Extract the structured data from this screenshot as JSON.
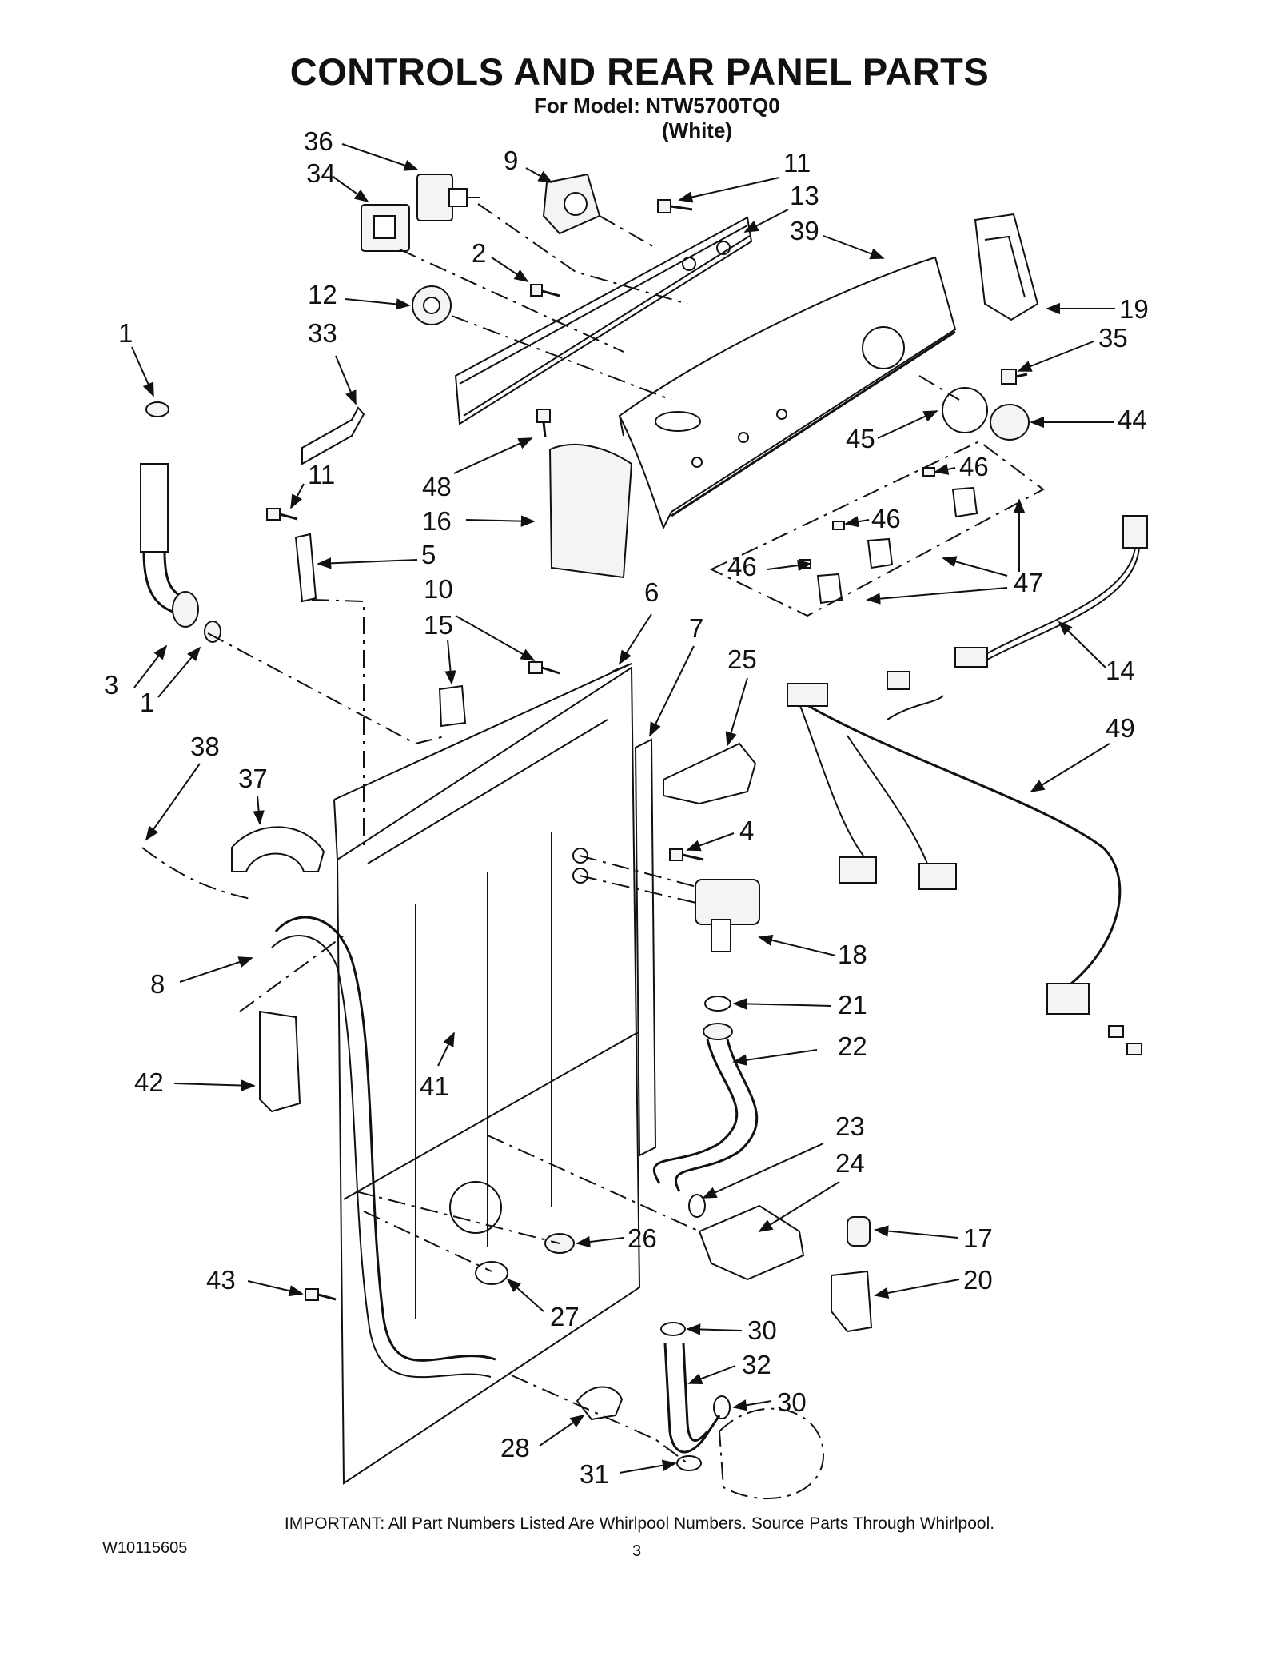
{
  "header": {
    "title": "CONTROLS AND REAR PANEL PARTS",
    "model_line": "For Model: NTW5700TQ0",
    "color_line": "(White)"
  },
  "callouts": [
    {
      "id": "c36",
      "text": "36"
    },
    {
      "id": "c34",
      "text": "34"
    },
    {
      "id": "c9",
      "text": "9"
    },
    {
      "id": "c11a",
      "text": "11"
    },
    {
      "id": "c13",
      "text": "13"
    },
    {
      "id": "c39",
      "text": "39"
    },
    {
      "id": "c2",
      "text": "2"
    },
    {
      "id": "c12",
      "text": "12"
    },
    {
      "id": "c19",
      "text": "19"
    },
    {
      "id": "c1a",
      "text": "1"
    },
    {
      "id": "c33",
      "text": "33"
    },
    {
      "id": "c35",
      "text": "35"
    },
    {
      "id": "c44",
      "text": "44"
    },
    {
      "id": "c45",
      "text": "45"
    },
    {
      "id": "c46a",
      "text": "46"
    },
    {
      "id": "c48",
      "text": "48"
    },
    {
      "id": "c11b",
      "text": "11"
    },
    {
      "id": "c16",
      "text": "16"
    },
    {
      "id": "c46b",
      "text": "46"
    },
    {
      "id": "c5",
      "text": "5"
    },
    {
      "id": "c46c",
      "text": "46"
    },
    {
      "id": "c47",
      "text": "47"
    },
    {
      "id": "c10",
      "text": "10"
    },
    {
      "id": "c6",
      "text": "6"
    },
    {
      "id": "c15",
      "text": "15"
    },
    {
      "id": "c7",
      "text": "7"
    },
    {
      "id": "c25",
      "text": "25"
    },
    {
      "id": "c14",
      "text": "14"
    },
    {
      "id": "c3",
      "text": "3"
    },
    {
      "id": "c1b",
      "text": "1"
    },
    {
      "id": "c49",
      "text": "49"
    },
    {
      "id": "c38",
      "text": "38"
    },
    {
      "id": "c37",
      "text": "37"
    },
    {
      "id": "c4",
      "text": "4"
    },
    {
      "id": "c18",
      "text": "18"
    },
    {
      "id": "c8",
      "text": "8"
    },
    {
      "id": "c21",
      "text": "21"
    },
    {
      "id": "c22",
      "text": "22"
    },
    {
      "id": "c42",
      "text": "42"
    },
    {
      "id": "c41",
      "text": "41"
    },
    {
      "id": "c23",
      "text": "23"
    },
    {
      "id": "c24",
      "text": "24"
    },
    {
      "id": "c17",
      "text": "17"
    },
    {
      "id": "c26",
      "text": "26"
    },
    {
      "id": "c20",
      "text": "20"
    },
    {
      "id": "c43",
      "text": "43"
    },
    {
      "id": "c27",
      "text": "27"
    },
    {
      "id": "c30a",
      "text": "30"
    },
    {
      "id": "c32",
      "text": "32"
    },
    {
      "id": "c30b",
      "text": "30"
    },
    {
      "id": "c28",
      "text": "28"
    },
    {
      "id": "c31",
      "text": "31"
    }
  ],
  "footer": {
    "notice": "IMPORTANT: All Part Numbers Listed Are Whirlpool Numbers. Source Parts Through Whirlpool.",
    "doc_number": "W10115605",
    "page_number": "3"
  }
}
